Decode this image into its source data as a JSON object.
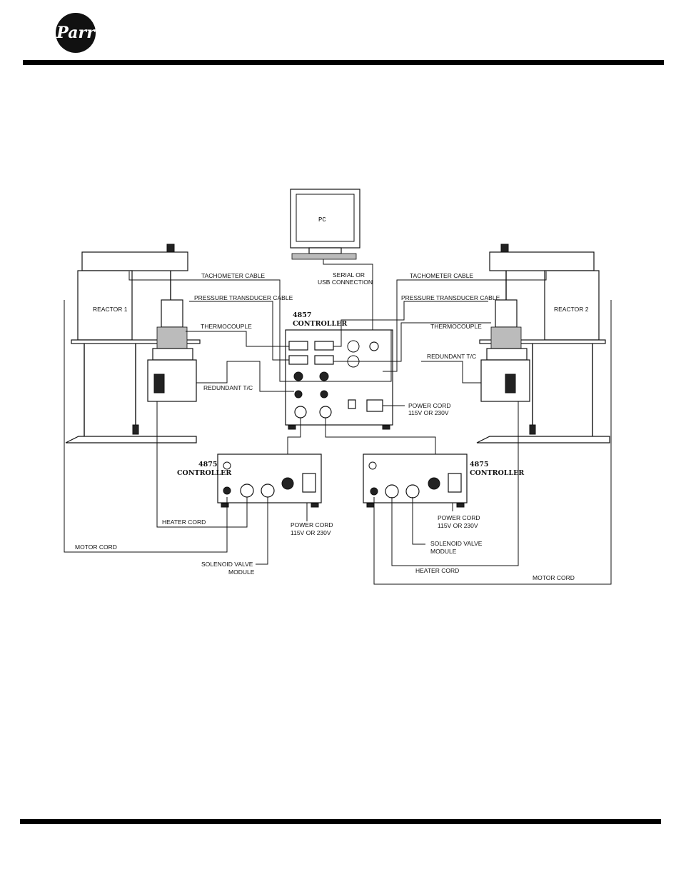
{
  "header": {
    "logo_text": "Parr"
  },
  "diagram": {
    "pc_label": "PC",
    "serial_label_line1": "SERIAL OR",
    "serial_label_line2": "USB CONNECTION",
    "reactor_left": "REACTOR 1",
    "reactor_right": "REACTOR 2",
    "tachometer_cable": "TACHOMETER CABLE",
    "pressure_transducer_cable": "PRESSURE TRANSDUCER CABLE",
    "thermocouple": "THERMOCOUPLE",
    "redundant_tc": "REDUNDANT T/C",
    "main_controller_line1": "4857",
    "main_controller_line2": "CONTROLLER",
    "power_cord_line1": "POWER CORD",
    "power_cord_line2": "115V OR 230V",
    "sub_controller_line1": "4875",
    "sub_controller_line2": "CONTROLLER",
    "heater_cord": "HEATER CORD",
    "motor_cord": "MOTOR CORD",
    "solenoid_line1": "SOLENOID VALVE",
    "solenoid_line2": "MODULE"
  }
}
